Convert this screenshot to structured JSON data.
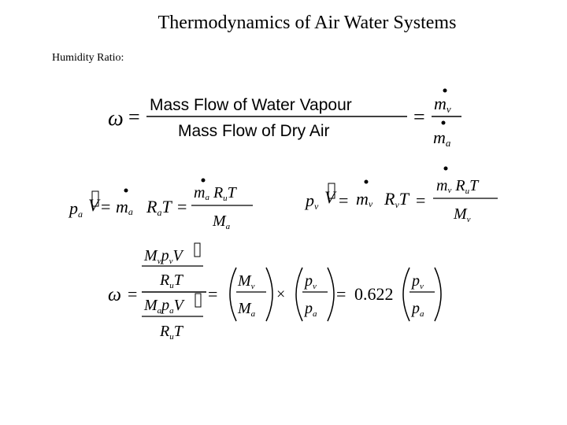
{
  "title": "Thermodynamics of Air Water Systems",
  "label": "Humidity Ratio:",
  "eq1": {
    "omega": "ω",
    "numerator": "Mass Flow of Water Vapour",
    "denominator": "Mass Flow of Dry Air"
  },
  "eq4": {
    "constant": "0.622"
  }
}
